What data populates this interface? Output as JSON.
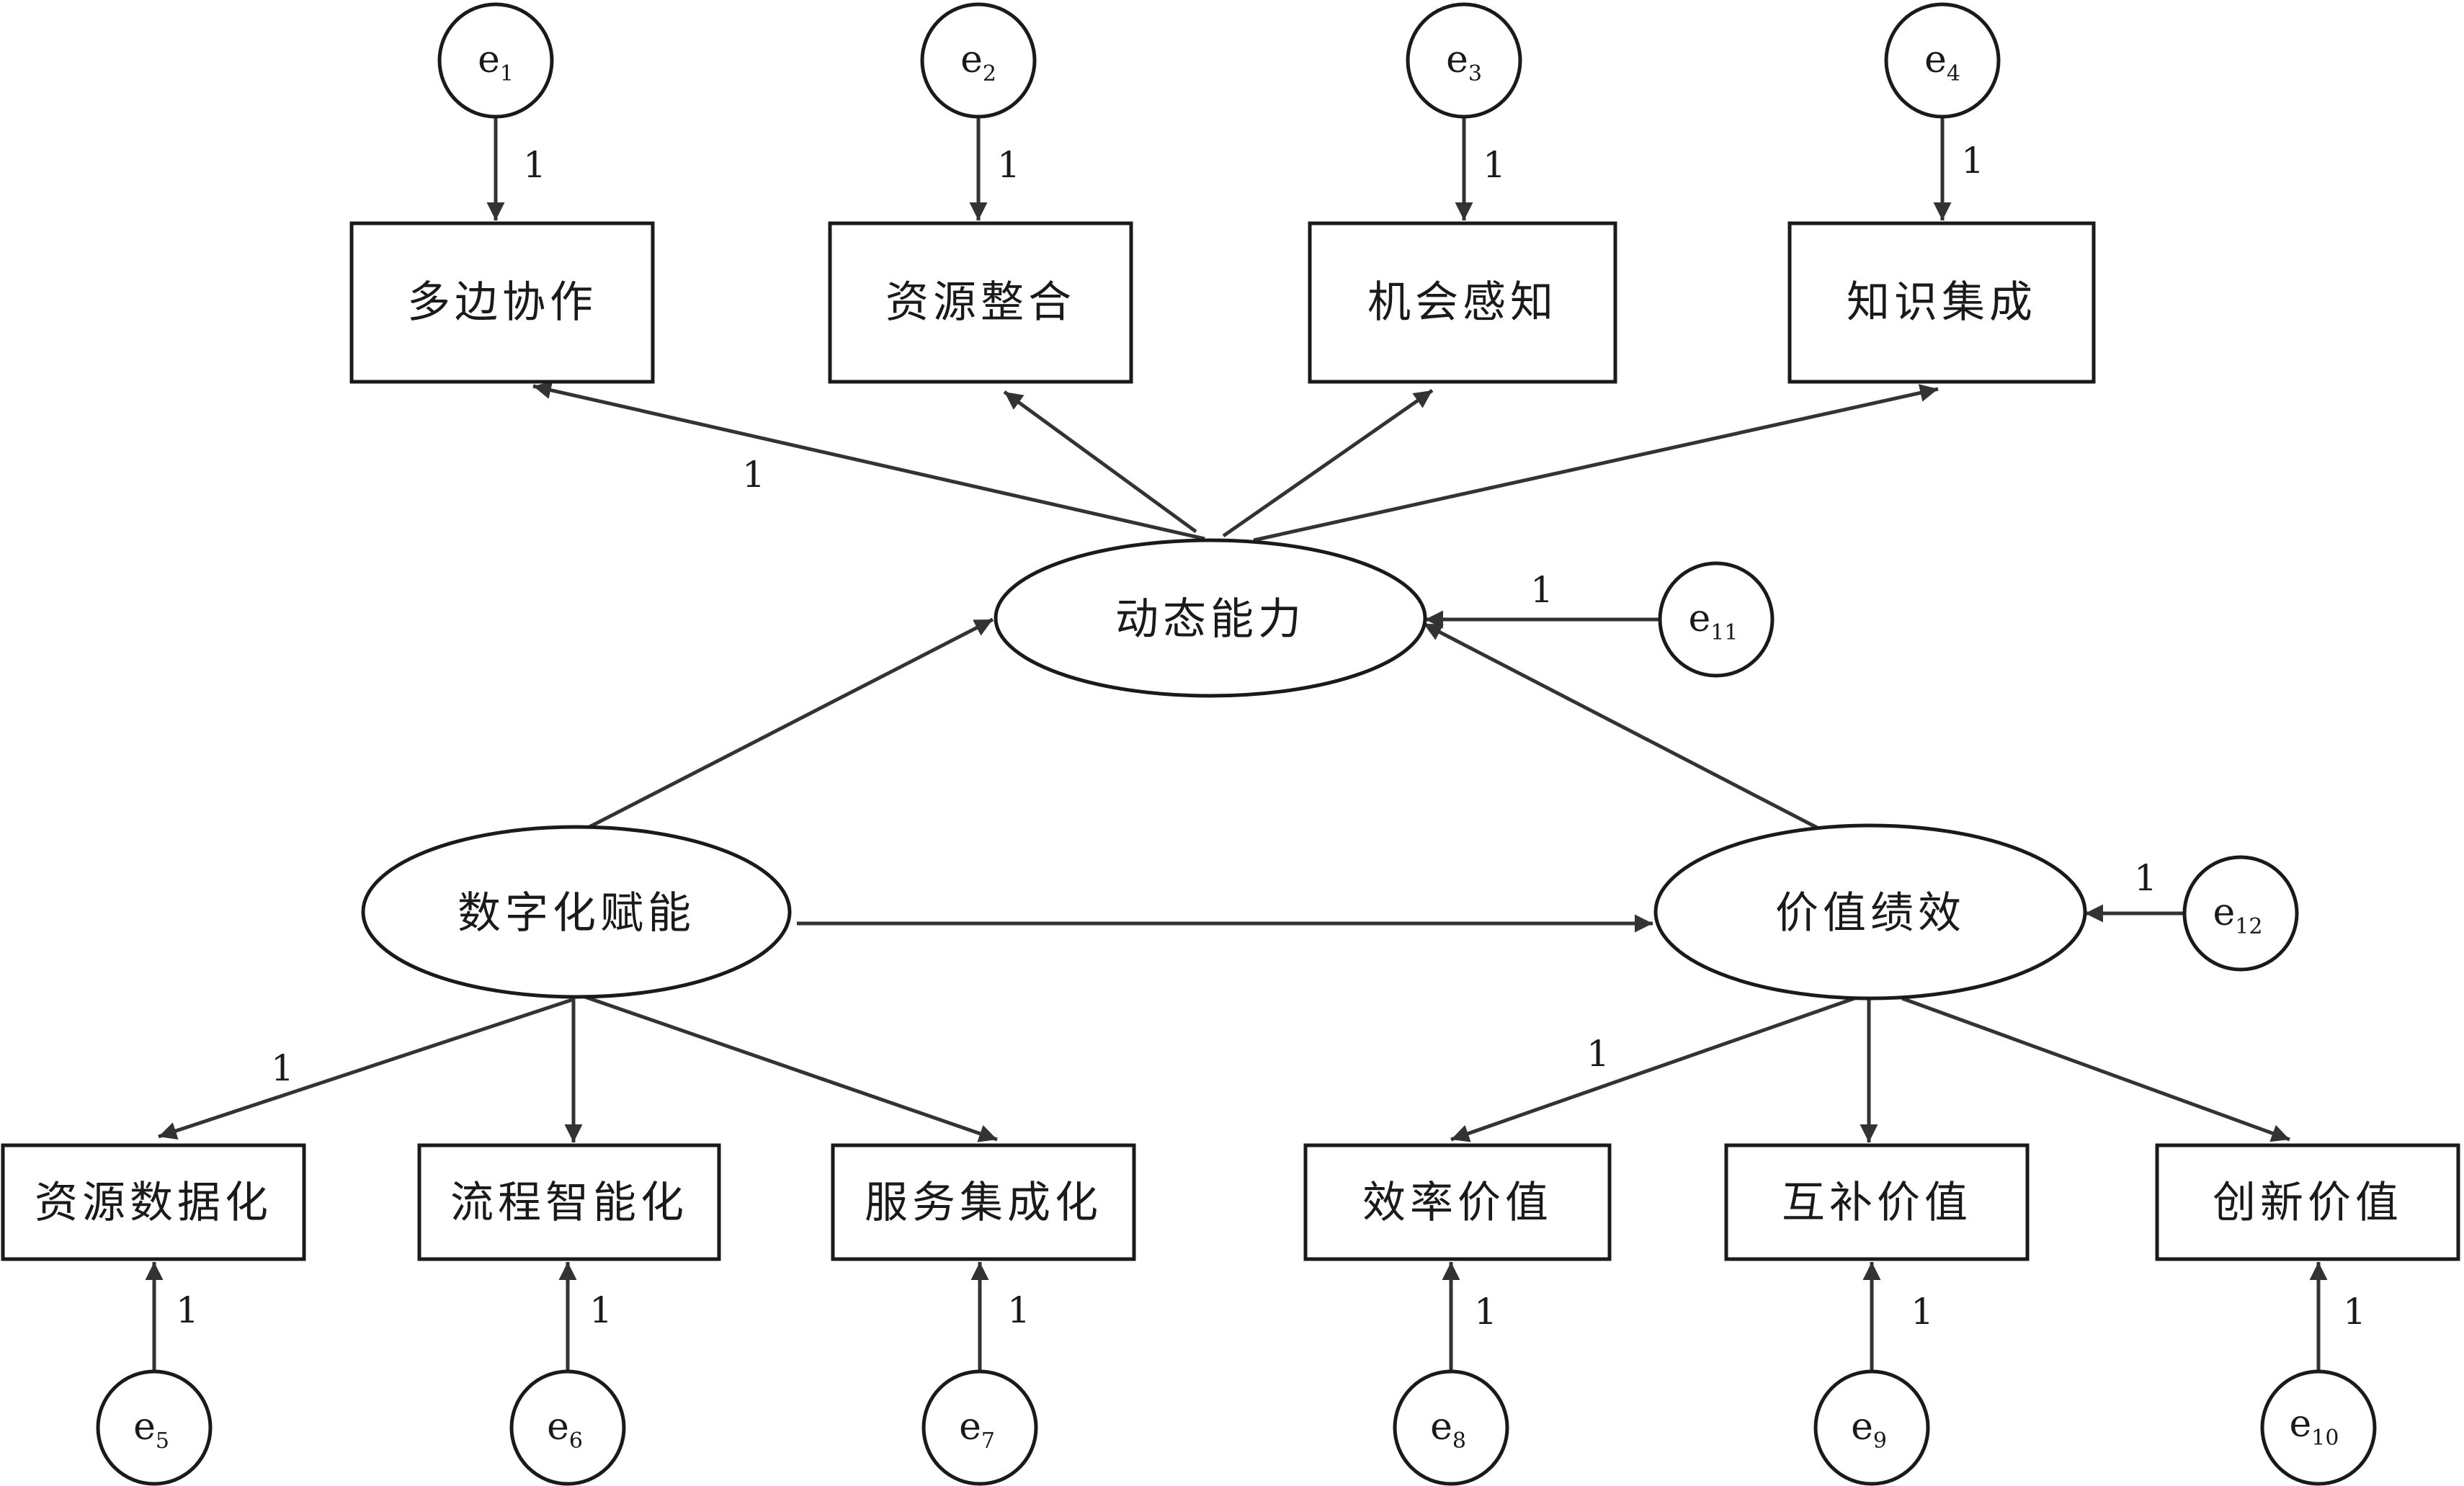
{
  "latents": {
    "dynamic": "动态能力",
    "digital": "数字化赋能",
    "value": "价值绩效"
  },
  "indicators": {
    "multilateral": "多边协作",
    "resource_integration": "资源整合",
    "opportunity_sensing": "机会感知",
    "knowledge_integration": "知识集成",
    "resource_data": "资源数据化",
    "process_intelligent": "流程智能化",
    "service_integration": "服务集成化",
    "efficiency_value": "效率价值",
    "complementary_value": "互补价值",
    "innovation_value": "创新价值"
  },
  "errors": {
    "e1": {
      "base": "e",
      "sub": "1"
    },
    "e2": {
      "base": "e",
      "sub": "2"
    },
    "e3": {
      "base": "e",
      "sub": "3"
    },
    "e4": {
      "base": "e",
      "sub": "4"
    },
    "e5": {
      "base": "e",
      "sub": "5"
    },
    "e6": {
      "base": "e",
      "sub": "6"
    },
    "e7": {
      "base": "e",
      "sub": "7"
    },
    "e8": {
      "base": "e",
      "sub": "8"
    },
    "e9": {
      "base": "e",
      "sub": "9"
    },
    "e10": {
      "base": "e",
      "sub": "10"
    },
    "e11": {
      "base": "e",
      "sub": "11"
    },
    "e12": {
      "base": "e",
      "sub": "12"
    }
  },
  "path_labels": {
    "e1": "1",
    "e2": "1",
    "e3": "1",
    "e4": "1",
    "e5": "1",
    "e6": "1",
    "e7": "1",
    "e8": "1",
    "e9": "1",
    "e10": "1",
    "e11": "1",
    "e12": "1",
    "dynamic_multilateral": "1",
    "digital_resource_data": "1",
    "value_efficiency": "1"
  }
}
